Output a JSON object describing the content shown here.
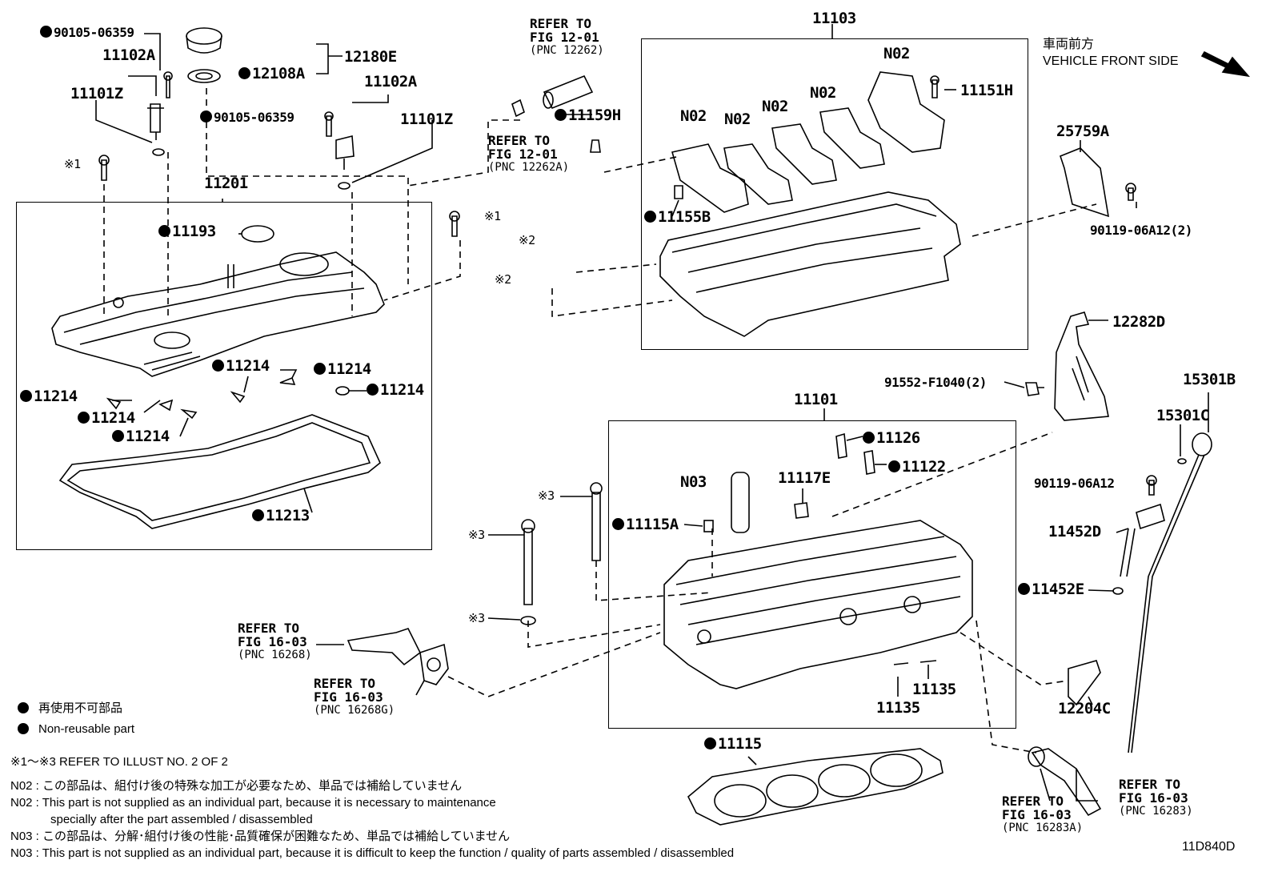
{
  "labels": {
    "p90105_06359_a": "90105-06359",
    "p11102A_a": "11102A",
    "p11101Z_a": "11101Z",
    "p12180E": "12180E",
    "p12108A": "12108A",
    "p90105_06359_b": "90105-06359",
    "p11102A_b": "11102A",
    "p11101Z_b": "11101Z",
    "mark1_a": "※1",
    "mark1_b": "※1",
    "p11201": "11201",
    "p11193": "11193",
    "p11214_a": "11214",
    "p11214_b": "11214",
    "p11214_c": "11214",
    "p11214_d": "11214",
    "p11214_e": "11214",
    "p11214_f": "11214",
    "p11213": "11213",
    "p11159H": "11159H",
    "p11103": "11103",
    "n02_a": "N02",
    "n02_b": "N02",
    "n02_c": "N02",
    "n02_d": "N02",
    "n02_e": "N02",
    "p11151H": "11151H",
    "p11155B": "11155B",
    "mark2_a": "※2",
    "mark2_b": "※2",
    "p25759A": "25759A",
    "p90119_06A12_2": "90119-06A12(2)",
    "p12282D": "12282D",
    "p91552": "91552-F1040(2)",
    "p15301B": "15301B",
    "p15301C": "15301C",
    "p90119_06A12": "90119-06A12",
    "p11452D": "11452D",
    "p11452E": "11452E",
    "p12204C": "12204C",
    "p11101": "11101",
    "p11126": "11126",
    "p11122": "11122",
    "n03": "N03",
    "p11117E": "11117E",
    "p11115A": "11115A",
    "mark3_a": "※3",
    "mark3_b": "※3",
    "mark3_c": "※3",
    "p11135_a": "11135",
    "p11135_b": "11135",
    "p11115": "11115",
    "code": "11D840D"
  },
  "refs": {
    "r12262_line1": "REFER TO",
    "r12262_line2": "FIG 12-01",
    "r12262_line3": "(PNC 12262)",
    "r12262A_line1": "REFER TO",
    "r12262A_line2": "FIG 12-01",
    "r12262A_line3": "(PNC 12262A)",
    "r16268_line1": "REFER TO",
    "r16268_line2": "FIG 16-03",
    "r16268_line3": "(PNC 16268)",
    "r16268G_line1": "REFER TO",
    "r16268G_line2": "FIG 16-03",
    "r16268G_line3": "(PNC 16268G)",
    "r16283A_line1": "REFER TO",
    "r16283A_line2": "FIG 16-03",
    "r16283A_line3": "(PNC 16283A)",
    "r16283_line1": "REFER TO",
    "r16283_line2": "FIG 16-03",
    "r16283_line3": "(PNC 16283)"
  },
  "front": {
    "jp": "車両前方",
    "en": "VEHICLE FRONT SIDE"
  },
  "legend": {
    "jp": "再使用不可部品",
    "en": "Non-reusable part"
  },
  "notes": {
    "refer": "※1～※3  REFER TO ILLUST NO. 2 OF 2",
    "n02_jp": "N02 : この部品は、組付け後の特殊な加工が必要なため、単品では補給していません",
    "n02_en1": "N02 : This part is not supplied as an individual part, because it is necessary to maintenance",
    "n02_en2": "specially after the part assembled / disassembled",
    "n03_jp": "N03 : この部品は、分解･組付け後の性能･品質確保が困難なため、単品では補給していません",
    "n03_en": "N03 : This part is not supplied as an individual part, because it is difficult to keep the function / quality of parts  assembled / disassembled"
  }
}
